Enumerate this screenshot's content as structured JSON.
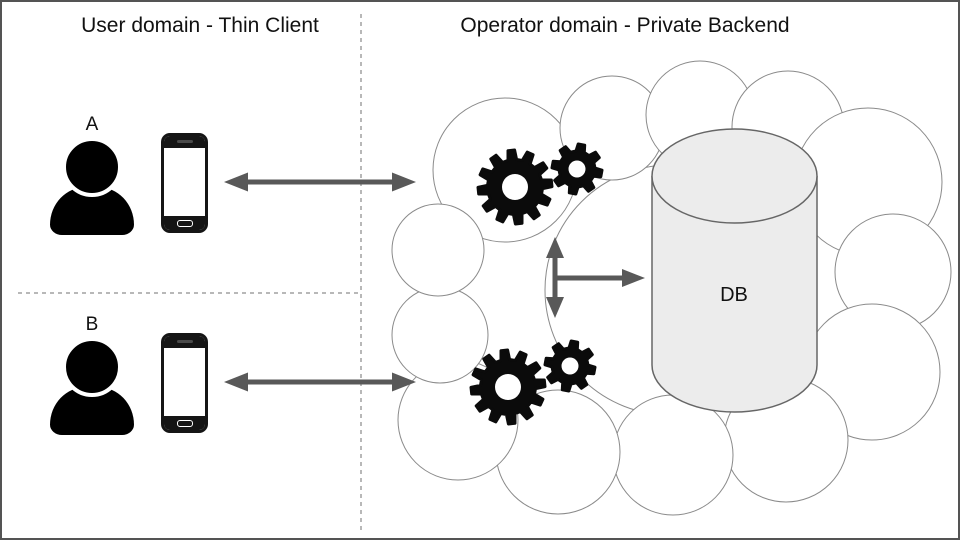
{
  "diagram": {
    "left_domain": {
      "title": "User domain - Thin Client"
    },
    "right_domain": {
      "title": "Operator domain - Private Backend"
    },
    "users": [
      {
        "label": "A"
      },
      {
        "label": "B"
      }
    ],
    "database": {
      "label": "DB"
    },
    "colors": {
      "arrow": "#595959",
      "cloud_outline": "#8a8a8a",
      "cylinder_fill": "#ececec",
      "cylinder_stroke": "#666666",
      "gear": "#0b0b0b",
      "frame_border": "#545454",
      "divider": "#707070",
      "text": "#111111"
    }
  }
}
